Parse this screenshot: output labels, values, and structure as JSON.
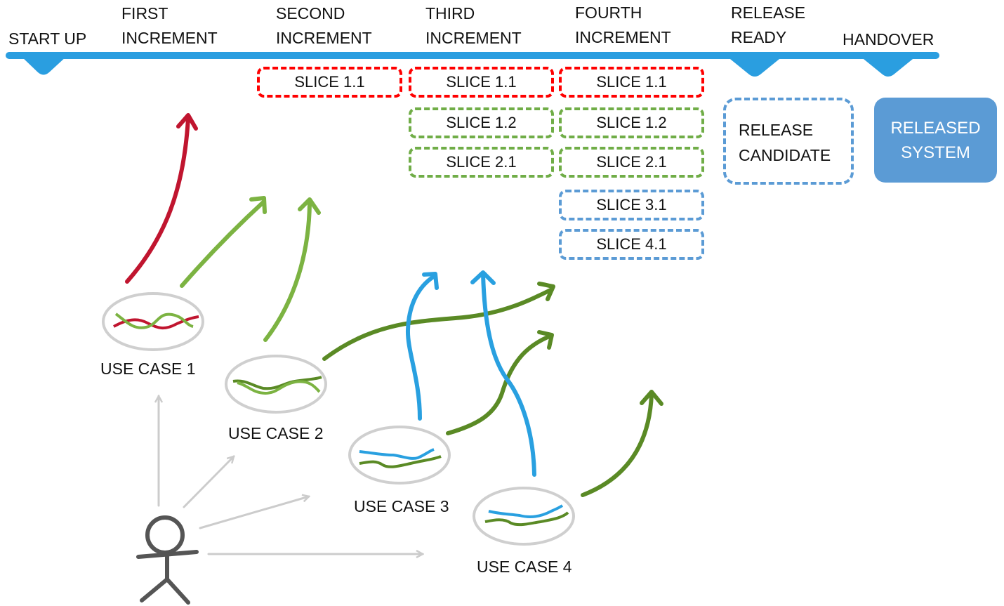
{
  "timeline": {
    "color": "#2a9ee0",
    "phases": [
      {
        "id": "start-up",
        "label": "START UP",
        "milestone": true
      },
      {
        "id": "first-increment",
        "label": "FIRST\nINCREMENT",
        "milestone": false
      },
      {
        "id": "second-increment",
        "label": "SECOND\nINCREMENT",
        "milestone": false
      },
      {
        "id": "third-increment",
        "label": "THIRD\nINCREMENT",
        "milestone": false
      },
      {
        "id": "fourth-increment",
        "label": "FOURTH\nINCREMENT",
        "milestone": false
      },
      {
        "id": "release-ready",
        "label": "RELEASE\nREADY",
        "milestone": true
      },
      {
        "id": "handover",
        "label": "HANDOVER",
        "milestone": true
      }
    ]
  },
  "increments": {
    "second": {
      "slices": [
        {
          "label": "SLICE 1.1",
          "color": "red"
        }
      ]
    },
    "third": {
      "slices": [
        {
          "label": "SLICE 1.1",
          "color": "red"
        },
        {
          "label": "SLICE 1.2",
          "color": "green"
        },
        {
          "label": "SLICE 2.1",
          "color": "green"
        }
      ]
    },
    "fourth": {
      "slices": [
        {
          "label": "SLICE 1.1",
          "color": "red"
        },
        {
          "label": "SLICE 1.2",
          "color": "green"
        },
        {
          "label": "SLICE 2.1",
          "color": "green"
        },
        {
          "label": "SLICE 3.1",
          "color": "blue"
        },
        {
          "label": "SLICE 4.1",
          "color": "blue"
        }
      ]
    }
  },
  "release_candidate": {
    "label": "RELEASE\nCANDIDATE",
    "border_color": "#5b9bd5"
  },
  "released_system": {
    "label": "RELEASED\nSYSTEM",
    "fill_color": "#5b9bd5"
  },
  "use_cases": [
    {
      "label": "USE CASE 1"
    },
    {
      "label": "USE CASE 2"
    },
    {
      "label": "USE CASE 3"
    },
    {
      "label": "USE CASE 4"
    }
  ],
  "colors": {
    "slice_red": "#ff0000",
    "slice_green": "#70ad47",
    "slice_blue": "#5b9bd5",
    "arrow_red": "#c0152f",
    "arrow_light_green": "#7cb342",
    "arrow_dark_green": "#5a8a25",
    "arrow_blue": "#29a0e0",
    "actor_gray": "#555555",
    "connector_gray": "#cccccc"
  },
  "actor": {
    "icon": "stick-figure-icon"
  }
}
